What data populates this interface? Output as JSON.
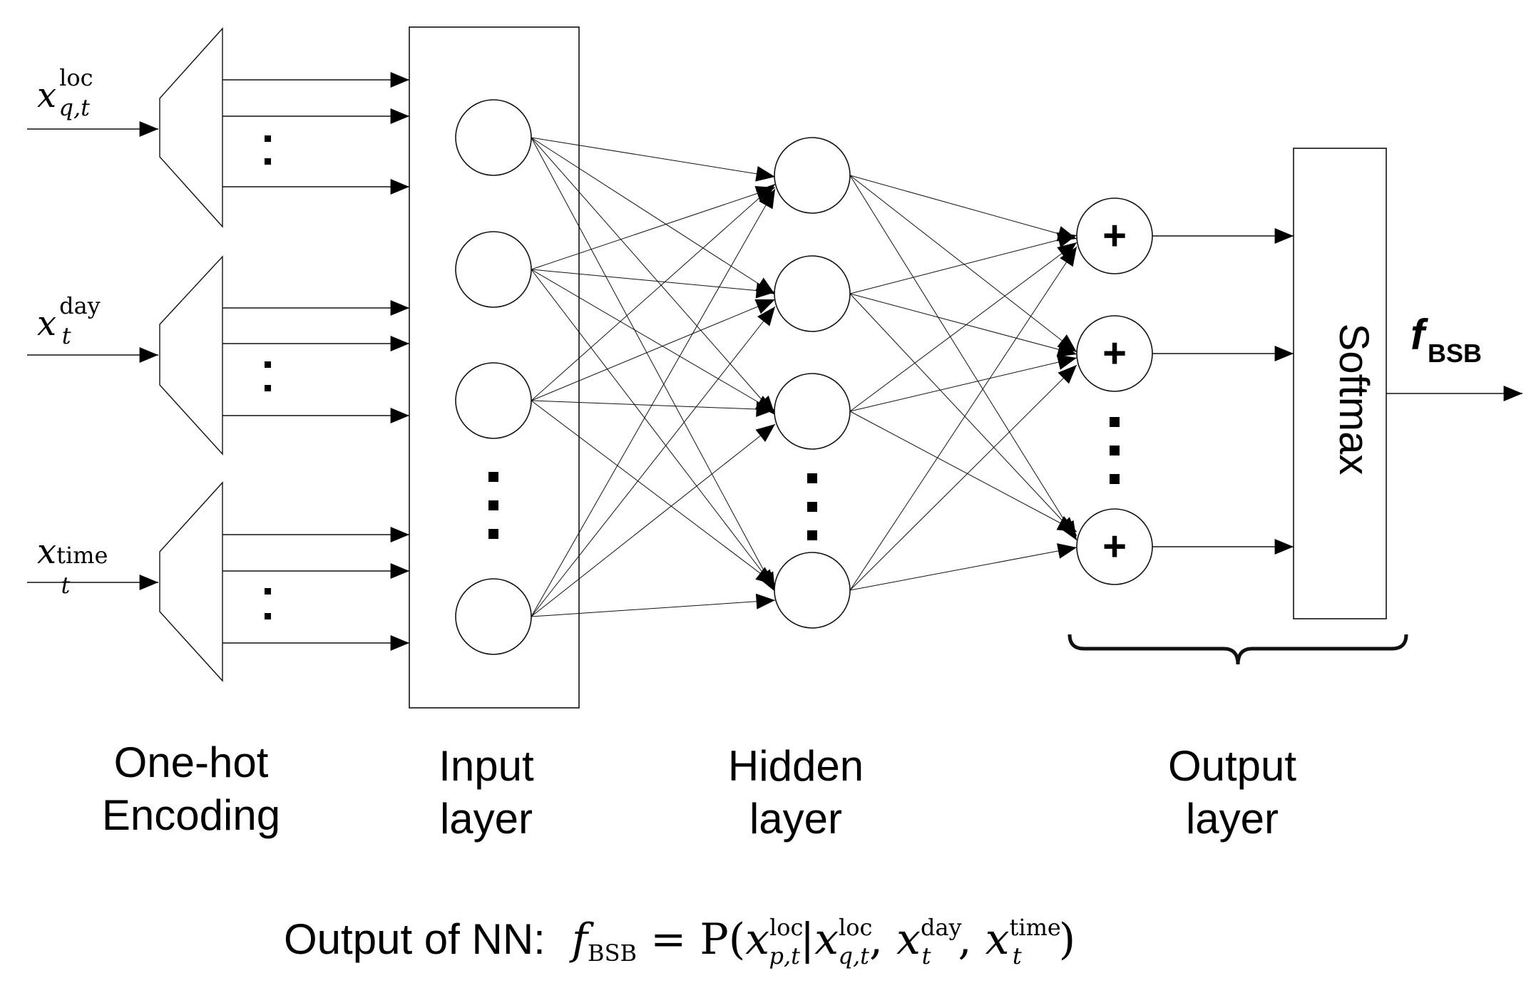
{
  "inputs": [
    {
      "var": "x",
      "sup": "loc",
      "sub": "q,t"
    },
    {
      "var": "x",
      "sup": "day",
      "sub": "t"
    },
    {
      "var": "x",
      "sup": "time",
      "sub": "t"
    }
  ],
  "layer_labels": {
    "encoding": [
      "One-hot",
      "Encoding"
    ],
    "input": [
      "Input",
      "layer"
    ],
    "hidden": [
      "Hidden",
      "layer"
    ],
    "output": [
      "Output",
      "layer"
    ]
  },
  "output_nodes": {
    "symbol": "+"
  },
  "softmax": {
    "label": "Softmax"
  },
  "output_var": {
    "main": "f",
    "sub": "BSB"
  },
  "formula": {
    "prefix": "Output of NN:",
    "lhs": "f",
    "lhs_sub": "BSB",
    "eq": " = P(",
    "t1": {
      "var": "x",
      "sup": "loc",
      "sub": "p,t"
    },
    "bar": "|",
    "t2": {
      "var": "x",
      "sup": "loc",
      "sub": "q,t"
    },
    "t3": {
      "var": "x",
      "sup": "day",
      "sub": "t"
    },
    "t4": {
      "var": "x",
      "sup": "time",
      "sub": "t"
    },
    "sep": ", ",
    "close": ")"
  }
}
